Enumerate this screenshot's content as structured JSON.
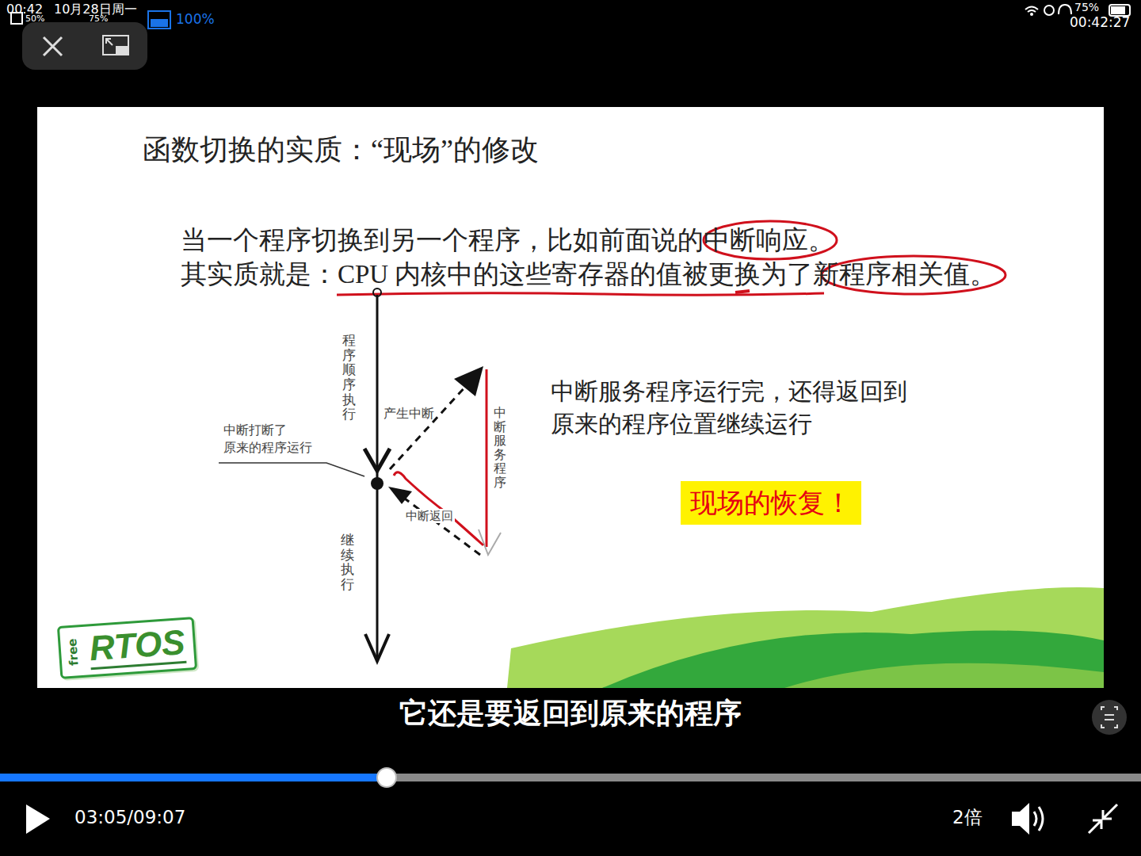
{
  "diagram": {
    "title": "函数切换的实质：“现场”的修改",
    "nodes": [
      {
        "text": [
          "现场的恢复！"
        ]
      },
      {
        "text": [
          "free",
          "RTOS"
        ]
      }
    ],
    "labels": [
      "00:42",
      "10月28日周一",
      "50%",
      "75%",
      "100%",
      "75%",
      "00:42:27",
      "当一个程序切换到另一个程序，比如前面说的中断响应。",
      "其实质就是：CPU 内核中的这些寄存器的值被更换为了新程序相关值。",
      "程序顺序执行",
      "产生中断",
      "中断服务程序",
      "中断打断了 原来的程序运行",
      "中断返回",
      "继续执行",
      "中断服务程序运行完，还得返回到 原来的程序位置继续运行",
      "它还是要返回到原来的程序",
      "03:05/09:07",
      "2倍"
    ]
  }
}
